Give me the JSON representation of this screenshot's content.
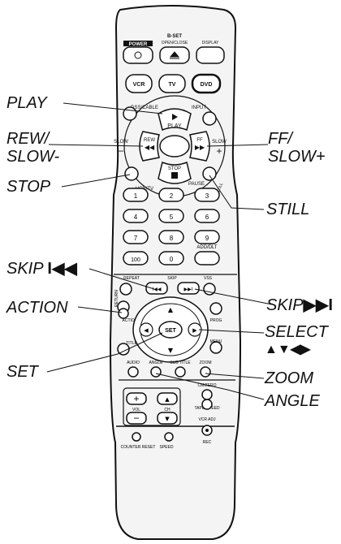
{
  "labels": {
    "play": "PLAY",
    "rew_line1": "REW/",
    "rew_line2": "SLOW-",
    "stop": "STOP",
    "skip_back": "SKIP",
    "skip_back_symbol": "I◀◀",
    "action": "ACTION",
    "set": "SET",
    "ff_line1": "FF/",
    "ff_line2": "SLOW+",
    "still": "STILL",
    "skip_fwd": "SKIP",
    "skip_fwd_symbol": "▶▶I",
    "select_line1": "SELECT",
    "select_line2": "▲▼◀▶",
    "zoom": "ZOOM",
    "angle": "ANGLE"
  },
  "remote": {
    "top_buttons": {
      "power": "POWER",
      "open_close": "OPEN/CLOSE",
      "eject_set": "B-SET",
      "display": "DISPLAY"
    },
    "mode_buttons": {
      "vcr": "VCR",
      "tv": "TV",
      "dvd": "DVD"
    },
    "dss_cable": "DSS/CABLE",
    "input": "INPUT",
    "play": "PLAY",
    "stop": "STOP",
    "rew": "REW",
    "ff": "FF",
    "slow_minus": "SLOW",
    "slow_plus": "SLOW",
    "vcr_tv": "VCR/TV",
    "pause": "PAUSE",
    "still": "STILL",
    "digits": [
      "1",
      "2",
      "3",
      "4",
      "5",
      "6",
      "7",
      "8",
      "9",
      "100",
      "0",
      "ADD/DLT"
    ],
    "repeat": "REPEAT",
    "skip": "SKIP",
    "vss": "VSS",
    "return": "RETURN",
    "action": "ACTION",
    "set": "SET",
    "prog": "PROG",
    "title": "TITLE",
    "menu": "MENU",
    "audio": "AUDIO",
    "angle": "ANGLE",
    "sub_title": "SUB TITLE",
    "zoom": "ZOOM",
    "vol": "VOL",
    "ch": "CH",
    "cm_skip": "CM/ZERO",
    "tape_speed": "TAPE SPEED",
    "vcr_adj": "VCR ADJ",
    "rec": "REC",
    "counter_reset": "COUNTER RESET",
    "speed": "SPEED"
  }
}
